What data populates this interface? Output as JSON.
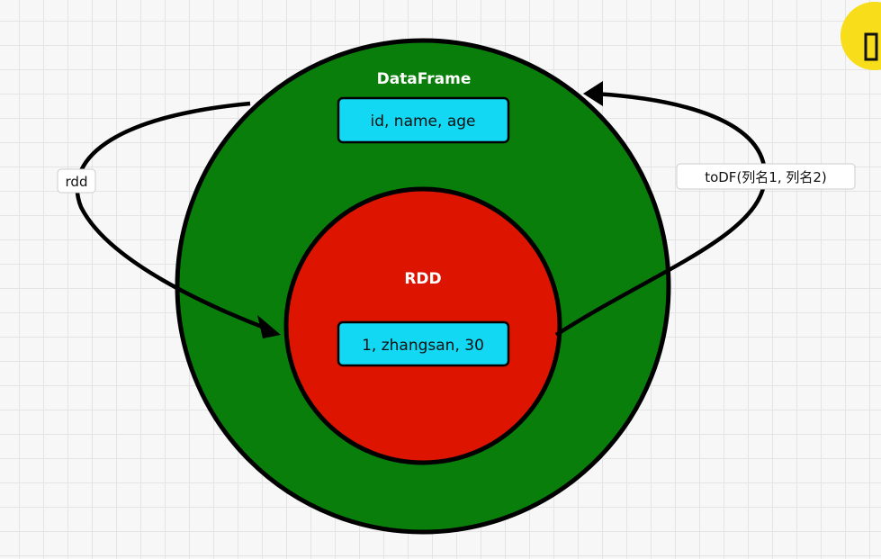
{
  "outer_circle": {
    "title": "DataFrame",
    "color": "#0a7e0a"
  },
  "outer_box": {
    "text": "id, name, age",
    "color": "#12d8f4"
  },
  "inner_circle": {
    "title": "RDD",
    "color": "#dd1500"
  },
  "inner_box": {
    "text": "1, zhangsan, 30",
    "color": "#12d8f4"
  },
  "left_arrow": {
    "label": "rdd"
  },
  "right_arrow": {
    "label": "toDF(列名1, 列名2)"
  },
  "cursor_highlight": {
    "color": "#f7dd1a",
    "icon": "cursor-icon"
  }
}
